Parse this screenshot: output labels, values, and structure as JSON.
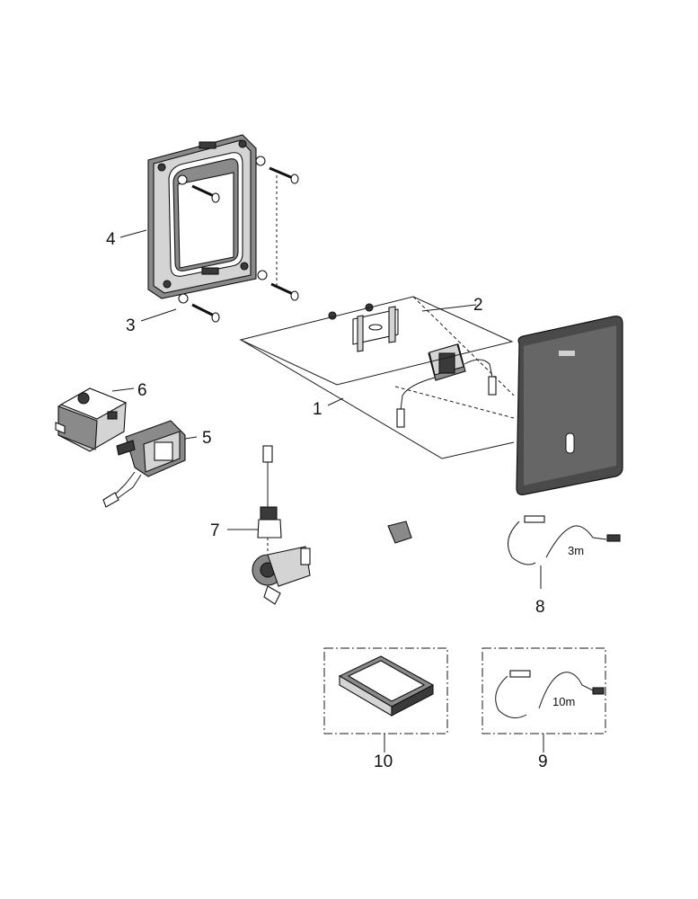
{
  "part_labels": {
    "p1": "1",
    "p2": "2",
    "p3": "3",
    "p4": "4",
    "p5": "5",
    "p6": "6",
    "p7": "7",
    "p8": "8",
    "p9": "9",
    "p10": "10"
  },
  "cable_lengths": {
    "cable_8": "3m",
    "cable_9": "10m"
  }
}
